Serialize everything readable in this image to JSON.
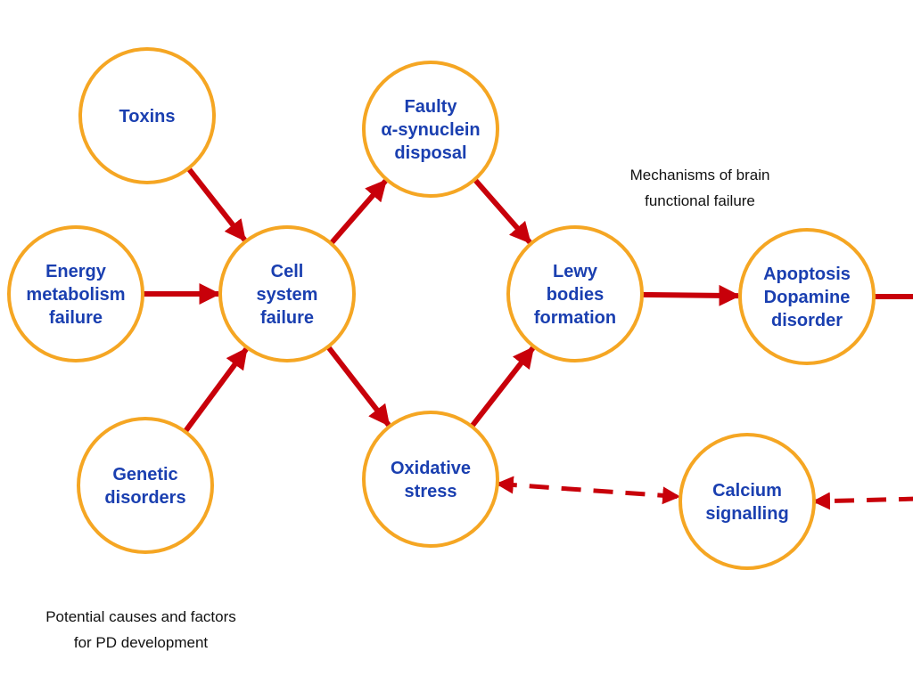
{
  "nodes": [
    {
      "id": "toxins",
      "lines": [
        "Toxins"
      ]
    },
    {
      "id": "energy",
      "lines": [
        "Energy",
        "metabolism",
        "failure"
      ]
    },
    {
      "id": "genetic",
      "lines": [
        "Genetic",
        "disorders"
      ]
    },
    {
      "id": "cell",
      "lines": [
        "Cell",
        "system",
        "failure"
      ]
    },
    {
      "id": "faulty",
      "lines": [
        "Faulty",
        "α-synuclein",
        "disposal"
      ]
    },
    {
      "id": "oxidative",
      "lines": [
        "Oxidative",
        "stress"
      ]
    },
    {
      "id": "lewy",
      "lines": [
        "Lewy",
        "bodies",
        "formation"
      ]
    },
    {
      "id": "apoptosis",
      "lines": [
        "Apoptosis",
        "Dopamine",
        "disorder"
      ]
    },
    {
      "id": "calcium",
      "lines": [
        "Calcium",
        "signalling"
      ]
    }
  ],
  "edges": [
    {
      "from": "toxins",
      "to": "cell",
      "style": "solid"
    },
    {
      "from": "energy",
      "to": "cell",
      "style": "solid"
    },
    {
      "from": "genetic",
      "to": "cell",
      "style": "solid"
    },
    {
      "from": "cell",
      "to": "faulty",
      "style": "solid"
    },
    {
      "from": "cell",
      "to": "oxidative",
      "style": "solid"
    },
    {
      "from": "faulty",
      "to": "lewy",
      "style": "solid"
    },
    {
      "from": "oxidative",
      "to": "lewy",
      "style": "solid"
    },
    {
      "from": "lewy",
      "to": "apoptosis",
      "style": "solid"
    },
    {
      "from": "apoptosis",
      "to": "offscreen-right",
      "style": "solid"
    },
    {
      "from": "oxidative",
      "to": "calcium",
      "style": "dashed",
      "bidirectional": true
    },
    {
      "from": "offscreen-right",
      "to": "calcium",
      "style": "dashed"
    }
  ],
  "captions": {
    "mechanisms": [
      "Mechanisms of brain",
      "functional failure"
    ],
    "causes": [
      "Potential causes and factors",
      "for PD development"
    ]
  },
  "colors": {
    "node_border": "#f5a623",
    "node_text": "#1a3fb0",
    "arrow": "#c8000a",
    "caption_text": "#111111"
  }
}
